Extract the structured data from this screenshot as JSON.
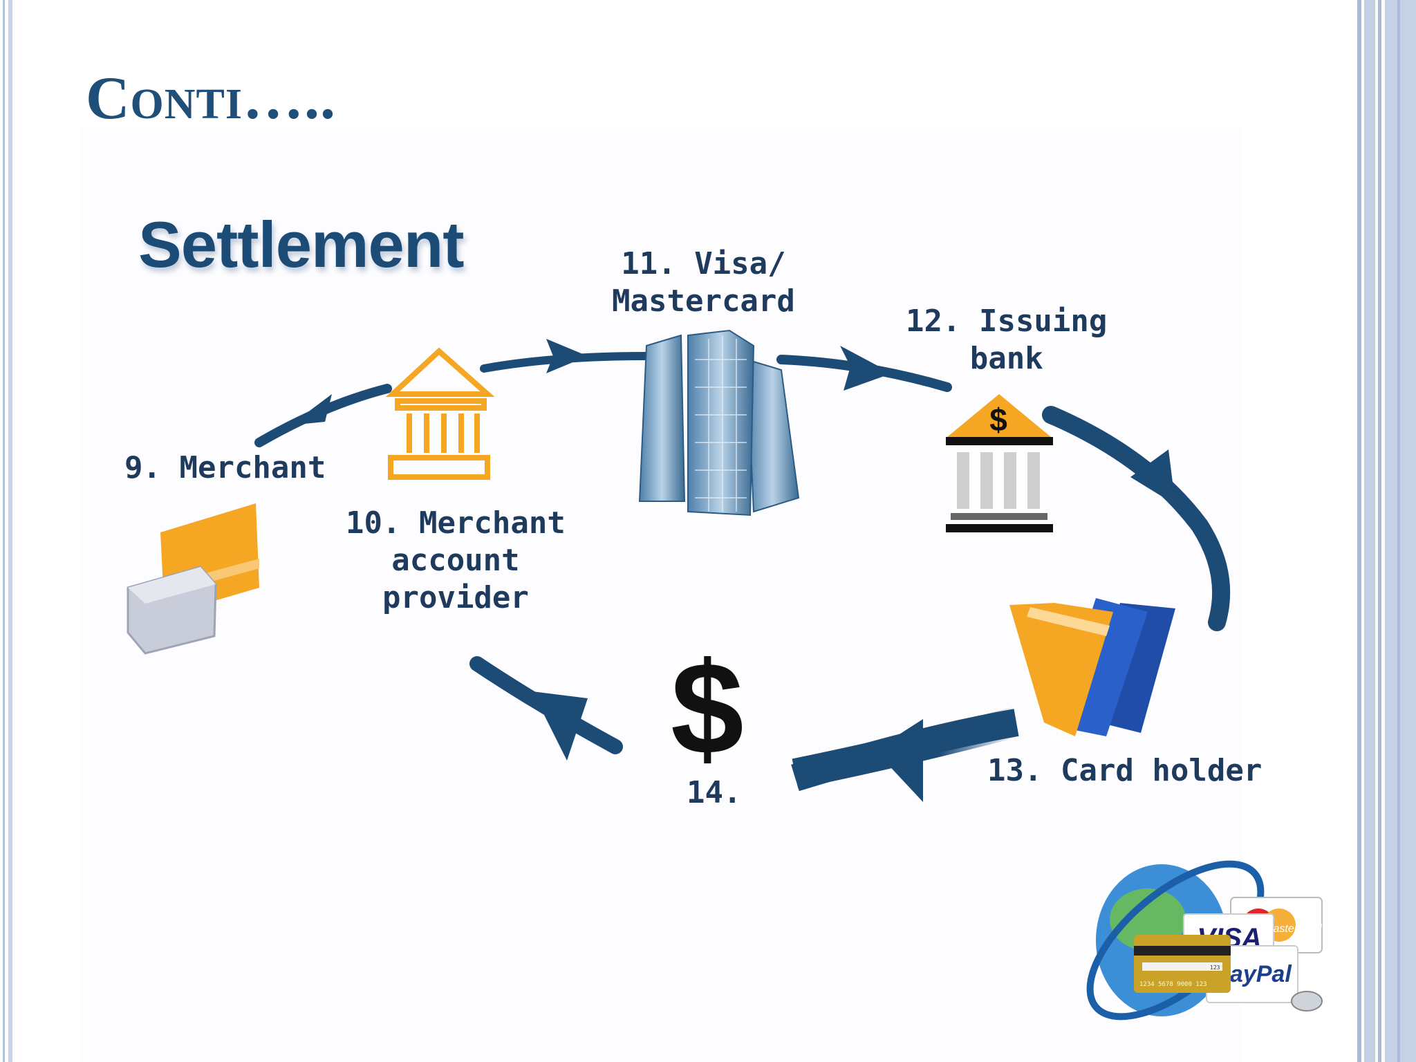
{
  "slide": {
    "title": "Conti….."
  },
  "diagram": {
    "heading": "Settlement",
    "nodes": [
      {
        "id": "merchant",
        "label": "9. Merchant"
      },
      {
        "id": "merchant-account-provider",
        "label_lines": [
          "10. Merchant",
          "account",
          "provider"
        ]
      },
      {
        "id": "visa-mastercard",
        "label_lines": [
          "11. Visa/",
          "Mastercard"
        ]
      },
      {
        "id": "issuing-bank",
        "label_lines": [
          "12. Issuing",
          "bank"
        ]
      },
      {
        "id": "card-holder",
        "label": "13. Card holder"
      },
      {
        "id": "payment",
        "label": "14.",
        "symbol": "$"
      }
    ],
    "bank_symbol": "$",
    "arrow_color": "#1c4b76",
    "accent_orange": "#f5a623"
  },
  "logo": {
    "card_number": "1234 5678 9000 123",
    "card_cvv": "123",
    "brands": [
      "VISA",
      "MasterCard",
      "PayPal"
    ]
  }
}
